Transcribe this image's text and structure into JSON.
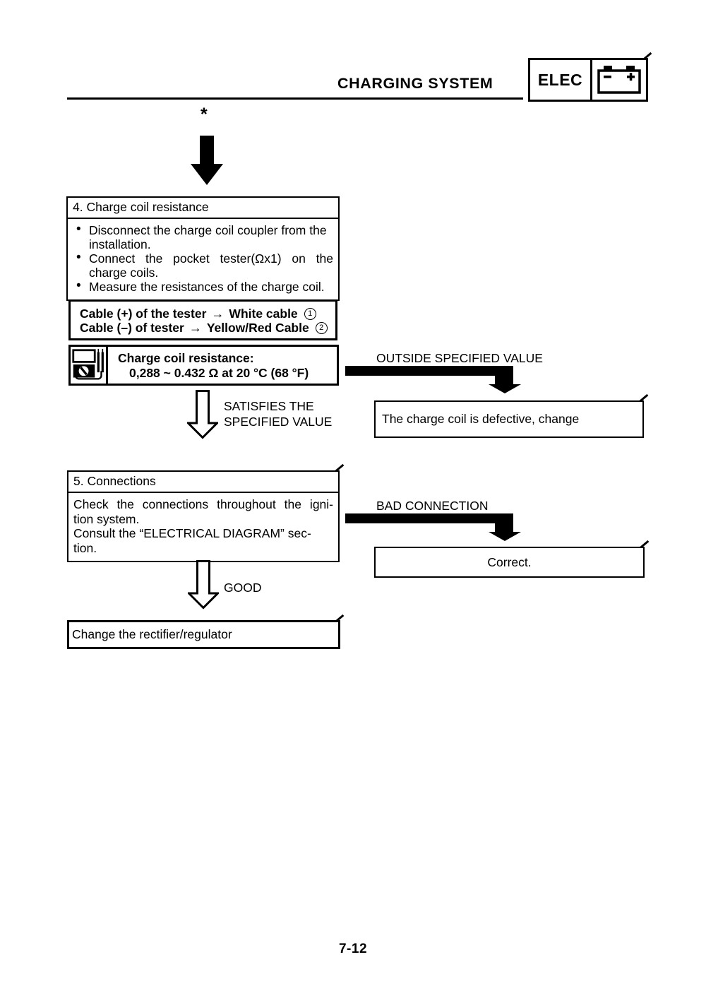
{
  "colors": {
    "ink": "#000000",
    "paper": "#ffffff"
  },
  "icons": {
    "battery": "battery-icon",
    "pocket_tester": "multimeter-icon",
    "solid_down_arrow": "down-arrow-icon",
    "outline_down_arrow": "hollow-down-arrow-icon",
    "branch_arrow": "right-angle-arrow-icon"
  },
  "header": {
    "title": "CHARGING SYSTEM",
    "tag": "ELEC"
  },
  "flow": {
    "asterisk": "*",
    "step4": {
      "title": "4. Charge coil resistance",
      "bullets": [
        {
          "lines": [
            "Disconnect the charge coil coupler from the",
            "installation."
          ]
        },
        {
          "lines": [
            "Connect the pocket tester(Ωx1) on the",
            "charge coils."
          ]
        },
        {
          "lines": [
            "Measure the resistances of the charge coil."
          ]
        }
      ]
    },
    "cable": {
      "rows": [
        {
          "label": "Cable (+) of the tester",
          "arrow": "→",
          "target": "White cable",
          "ref": "1"
        },
        {
          "label": "Cable (–) of tester",
          "arrow": "→",
          "target": "Yellow/Red Cable",
          "ref": "2"
        }
      ]
    },
    "spec": {
      "label": "Charge coil resistance:",
      "value": "0,288 ~ 0.432 Ω at 20 °C (68 °F)"
    },
    "branch1": {
      "label": "OUTSIDE SPECIFIED VALUE",
      "result": "The charge coil is defective, change",
      "pass_lines": [
        "SATISFIES THE",
        "SPECIFIED VALUE"
      ]
    },
    "step5": {
      "title": "5. Connections",
      "lines": [
        "Check the connections throughout the igni-",
        "tion system.",
        "Consult the “ELECTRICAL DIAGRAM” sec-",
        "tion."
      ]
    },
    "branch2": {
      "label": "BAD CONNECTION",
      "result": "Correct.",
      "pass": "GOOD"
    },
    "final": {
      "text": "Change the rectifier/regulator"
    }
  },
  "footer": {
    "page_number": "7-12"
  }
}
